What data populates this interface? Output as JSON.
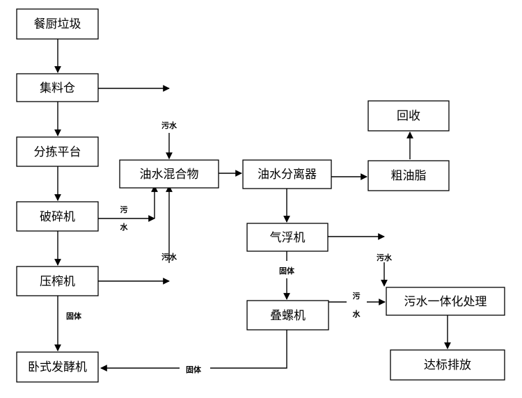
{
  "nodes": {
    "kitchen_waste": "餐厨垃圾",
    "collection_bin": "集料仓",
    "sorting_platform": "分拣平台",
    "crusher": "破碎机",
    "press": "压榨机",
    "horizontal_fermenter": "卧式发酵机",
    "oil_water_mixture": "油水混合物",
    "oil_water_separator": "油水分离器",
    "crude_oil": "粗油脂",
    "recovery": "回收",
    "air_flotation": "气浮机",
    "screw_press": "叠螺机",
    "sewage_treatment": "污水一体化处理",
    "discharge": "达标排放"
  },
  "labels": {
    "sewage": "污水",
    "sewage_top": "污",
    "sewage_bottom": "水",
    "solid": "固体"
  },
  "colors": {
    "line": "#000000",
    "box_fill": "#ffffff",
    "box_border": "#000000"
  }
}
